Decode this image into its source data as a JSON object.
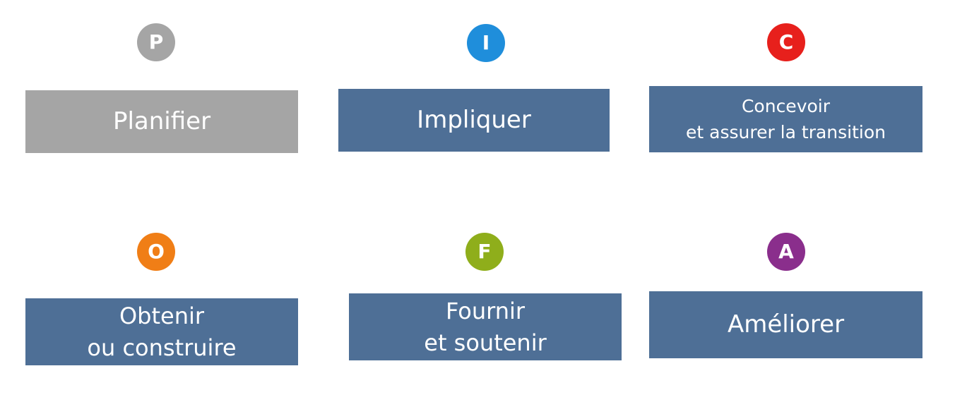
{
  "colors": {
    "box_default": "#4E6F96",
    "box_highlight": "#A5A5A5",
    "badge_p": "#A5A5A5",
    "badge_i": "#1F8EDB",
    "badge_c": "#E7201C",
    "badge_o": "#F07E16",
    "badge_f": "#8FAE1B",
    "badge_a": "#8A2E8C",
    "text": "#FFFFFF"
  },
  "steps": [
    {
      "letter": "P",
      "label": "Planifier"
    },
    {
      "letter": "I",
      "label": "Impliquer"
    },
    {
      "letter": "C",
      "label": "Concevoir\net assurer la transition"
    },
    {
      "letter": "O",
      "label": "Obtenir\nou construire"
    },
    {
      "letter": "F",
      "label": "Fournir\net soutenir"
    },
    {
      "letter": "A",
      "label": "Améliorer"
    }
  ]
}
